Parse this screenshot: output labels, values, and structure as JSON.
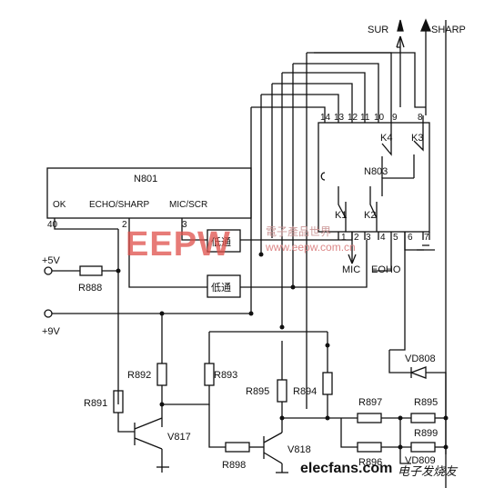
{
  "ic": {
    "n801": {
      "name": "N801",
      "pins": [
        "OK",
        "ECHO/SHARP",
        "MIC/SCR"
      ],
      "pin_numbers": [
        "40",
        "2",
        "3"
      ]
    },
    "n803": {
      "name": "N803",
      "switches": [
        "K1",
        "K2",
        "K3",
        "K4"
      ],
      "top_pins": [
        "14",
        "13",
        "12",
        "11",
        "10",
        "9",
        "8"
      ],
      "bottom_pins": [
        "1",
        "2",
        "3",
        "4",
        "5",
        "6",
        "7"
      ]
    }
  },
  "filters": {
    "lowpass_1": "低通",
    "lowpass_2": "低通"
  },
  "outputs": {
    "sur": "SUR",
    "sharp": "SHARP",
    "mic": "MIC",
    "echo": "EOHO"
  },
  "supplies": {
    "v5": "+5V",
    "v9": "+9V"
  },
  "resistors": [
    "R888",
    "R891",
    "R892",
    "R893",
    "R894",
    "R895",
    "R897",
    "R895",
    "R898",
    "R896",
    "R899"
  ],
  "transistors": [
    "V817",
    "V818"
  ],
  "diodes": [
    "VD808",
    "VD809"
  ],
  "watermark": {
    "logo": "EEPW",
    "cn": "電子產品世界",
    "url": "www.eepw.com.cn",
    "site": "elecfans.com",
    "site_cn": "电子发烧友"
  }
}
